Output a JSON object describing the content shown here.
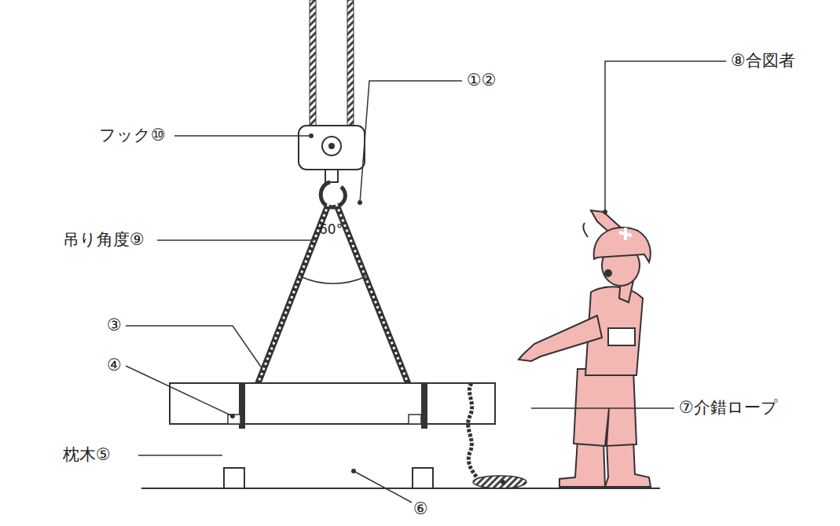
{
  "diagram": {
    "labels": [
      "フック⑩",
      "①②",
      "⑧合図者",
      "60°",
      "吊り角度⑨",
      "③",
      "④",
      "⑦介錯ロープ",
      "枕木⑤",
      "⑥"
    ]
  }
}
